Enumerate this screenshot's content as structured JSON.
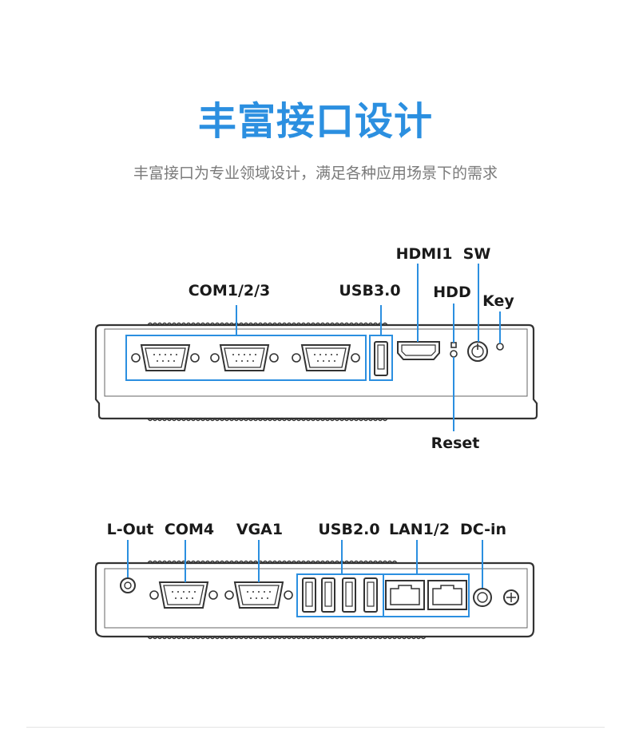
{
  "header": {
    "title": "丰富接口设计",
    "subtitle": "丰富接口为专业领域设计，满足各种应用场景下的需求"
  },
  "colors": {
    "title": "#2b8fe0",
    "highlight": "#2b8fe0",
    "outline": "#3a3a3a"
  },
  "front_panel": {
    "labels": {
      "com": "COM1/2/3",
      "usb3": "USB3.0",
      "hdmi": "HDMI1",
      "sw": "SW",
      "hdd": "HDD",
      "key": "Key",
      "reset": "Reset"
    }
  },
  "rear_panel": {
    "labels": {
      "lout": "L-Out",
      "com4": "COM4",
      "vga": "VGA1",
      "usb2": "USB2.0",
      "lan": "LAN1/2",
      "dcin": "DC-in"
    }
  }
}
